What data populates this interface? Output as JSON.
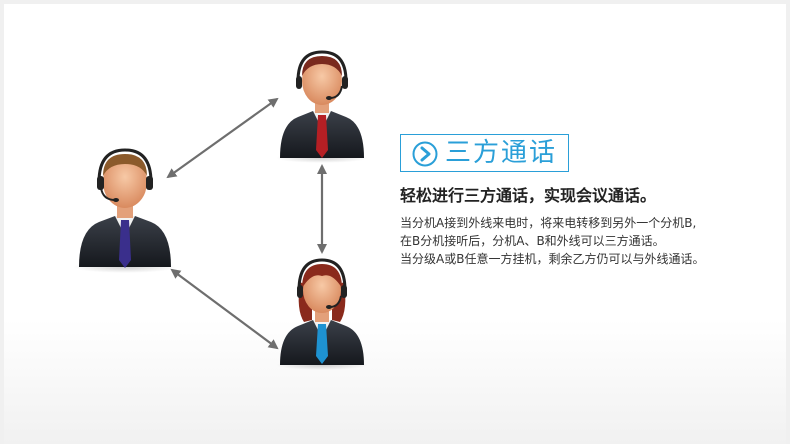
{
  "title": "三方通话",
  "headline": "轻松进行三方通话，实现会议通话。",
  "description": [
    "当分机A接到外线来电时，将来电转移到另外一个分机B,",
    "在B分机接听后，分机A、B和外线可以三方通话。",
    "当分级A或B任意一方挂机，剩余乙方仍可以与外线通话。"
  ],
  "colors": {
    "accent": "#2a9fd8",
    "arrow": "#6e6e6e",
    "suit": "#1e2229",
    "tie_purple": "#3a2f8c",
    "tie_red": "#b51f24",
    "tie_blue": "#1e92d1"
  }
}
